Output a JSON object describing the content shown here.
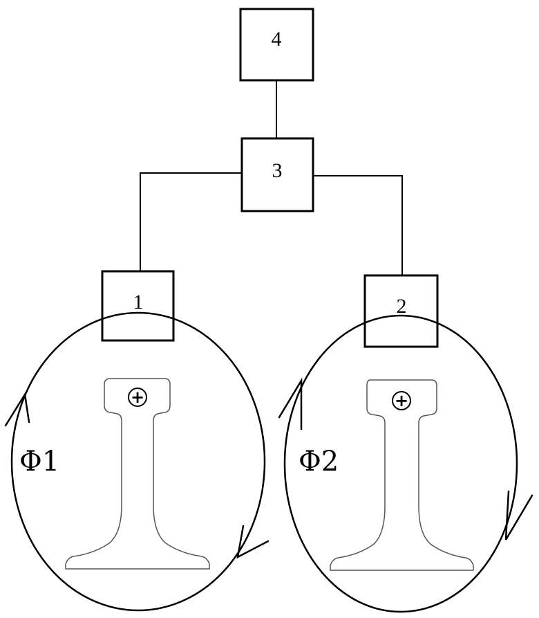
{
  "boxes": {
    "box1": "1",
    "box2": "2",
    "box3": "3",
    "box4": "4"
  },
  "flux": {
    "left": "Φ1",
    "right": "Φ2"
  },
  "rail_marker": "⊕",
  "colors": {
    "line": "#000000",
    "background": "#ffffff",
    "rail_outline": "#555555"
  }
}
